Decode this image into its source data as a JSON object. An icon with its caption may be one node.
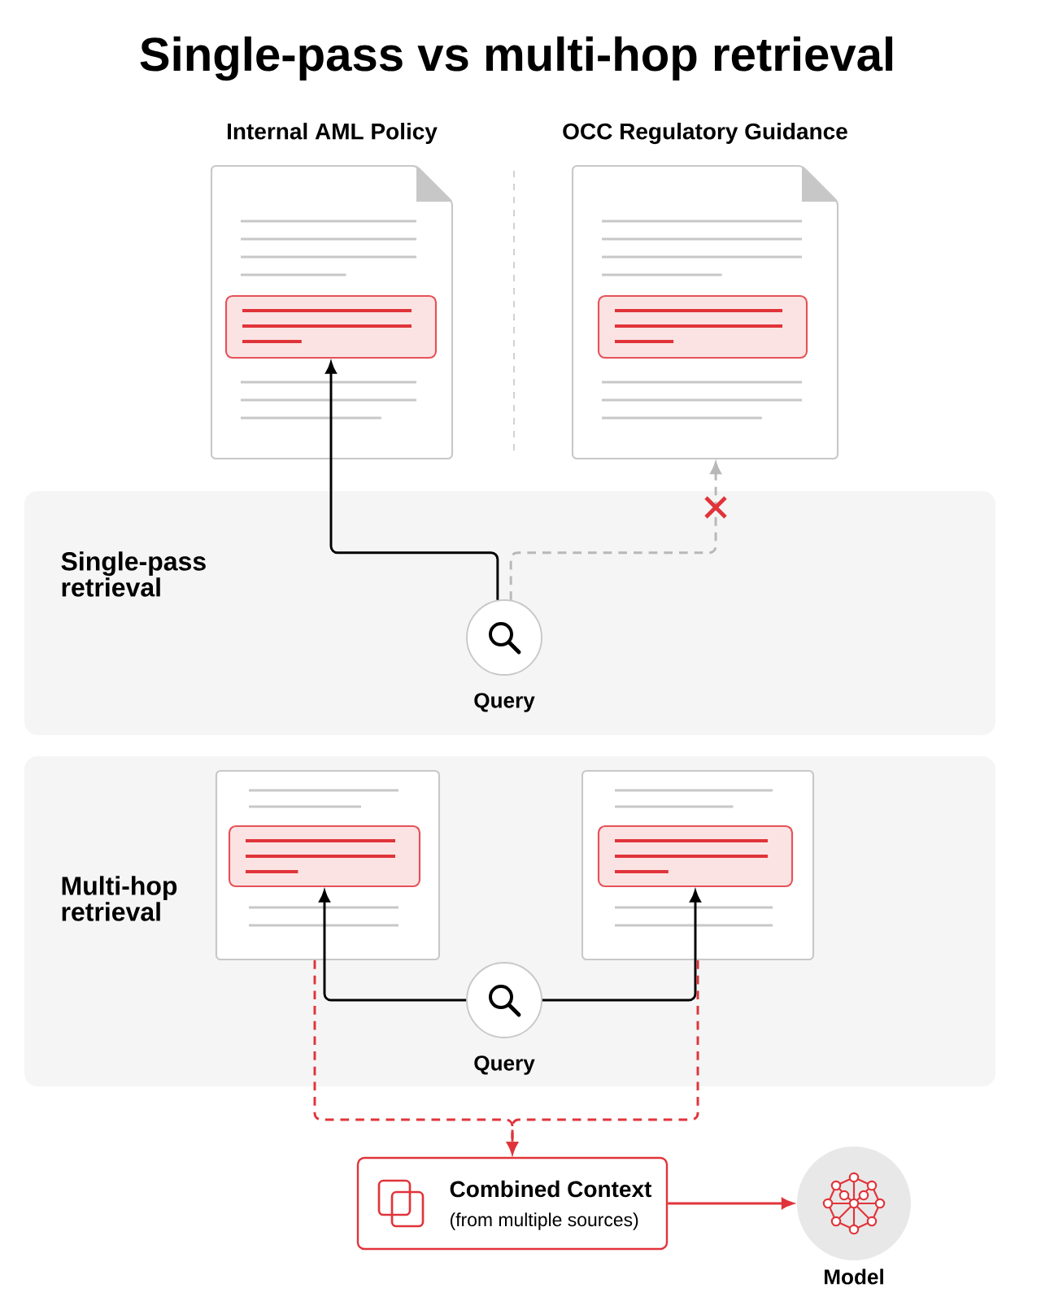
{
  "diagram": {
    "title": "Single-pass vs multi-hop retrieval",
    "nodes": [
      {
        "text": [
          "Single-pass retrieval"
        ]
      },
      {
        "text": [
          "Query"
        ],
        "in": 0
      },
      {
        "text": [
          "Internal AML Policy"
        ]
      },
      {
        "text": [],
        "shape": "box",
        "in": 2
      },
      {
        "text": [
          "OCC Regulatory Guidance"
        ]
      },
      {
        "text": [],
        "shape": "box",
        "in": 4
      },
      {
        "text": [
          "Multi-hop retrieval"
        ]
      },
      {
        "text": [],
        "shape": "box",
        "in": 6
      },
      {
        "text": [],
        "shape": "box",
        "in": 7
      },
      {
        "text": [],
        "shape": "box",
        "in": 6
      },
      {
        "text": [],
        "shape": "box",
        "in": 9
      },
      {
        "text": [
          "Query"
        ],
        "in": 6
      },
      {
        "text": [
          "Combined Context",
          "(from multiple sources)"
        ]
      },
      {
        "text": [
          "Model"
        ]
      }
    ],
    "edges": [
      {
        "from": 1,
        "to": 3,
        "arrow": "to"
      },
      {
        "from": 1,
        "to": 4,
        "arrow": "to",
        "style": "dashed",
        "color": "#b8b8b8"
      },
      {
        "from": 11,
        "to": 8,
        "arrow": "to"
      },
      {
        "from": 11,
        "to": 10,
        "arrow": "to"
      },
      {
        "from": 7,
        "to": 12,
        "arrow": "to",
        "style": "dashed",
        "color": "#e0343a"
      },
      {
        "from": 9,
        "to": 12,
        "arrow": "to",
        "style": "dashed",
        "color": "#e0343a"
      },
      {
        "from": 12,
        "to": 13,
        "arrow": "to",
        "color": "#e0343a"
      }
    ]
  }
}
